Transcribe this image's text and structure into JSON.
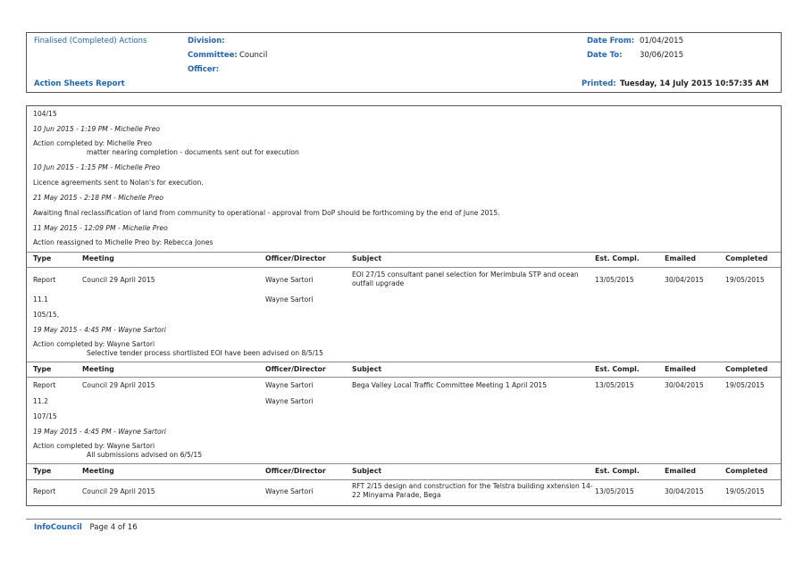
{
  "header": {
    "report_name": "Finalised (Completed) Actions",
    "division_label": "Division:",
    "committee_label": "Committee:",
    "committee_value": "Council",
    "officer_label": "Officer:",
    "report_title": "Action Sheets Report",
    "date_from_label": "Date From:",
    "date_from_value": "01/04/2015",
    "date_to_label": "Date To:",
    "date_to_value": "30/06/2015",
    "printed_label": "Printed:",
    "printed_value": "Tuesday, 14 July 2015  10:57:35 AM"
  },
  "columns": {
    "type": "Type",
    "meeting": "Meeting",
    "officer": "Officer/Director",
    "subject": "Subject",
    "est": "Est. Compl.",
    "emailed": "Emailed",
    "completed": "Completed"
  },
  "top_notes": [
    "104/15",
    "10 Jun 2015 - 1:19 PM - Michelle Preo",
    "Action completed by: Michelle Preo",
    "matter nearing completion - documents sent out for execution",
    "10 Jun 2015 - 1:15 PM - Michelle Preo",
    "Licence agreements sent to Nolan's for execution.",
    "21 May 2015 - 2:18 PM - Michelle Preo",
    "Awaiting final reclassification of land from community to operational - approval from DoP should be forthcoming by the end of June 2015.",
    "11 May 2015 - 12:09 PM - Michelle Preo",
    "Action reassigned to Michelle Preo by: Rebecca Jones"
  ],
  "actions": [
    {
      "type": "Report",
      "meeting": "Council 29 April 2015",
      "officer": "Wayne Sartori",
      "subject": "EOI 27/15 consultant panel selection for Merimbula STP and ocean outfall upgrade",
      "est": "13/05/2015",
      "emailed": "30/04/2015",
      "completed": "19/05/2015",
      "item": "11.1",
      "officer2": "Wayne Sartori",
      "ref": "105/15,",
      "note_date": "19 May 2015 - 4:45 PM - Wayne Sartori",
      "note_by": "Action completed by: Wayne Sartori",
      "note_text": "Selective tender process shortlisted EOI have been advised on 8/5/15"
    },
    {
      "type": "Report",
      "meeting": "Council 29 April 2015",
      "officer": "Wayne Sartori",
      "subject": "Bega Valley Local Traffic Committee Meeting 1 April 2015",
      "est": "13/05/2015",
      "emailed": "30/04/2015",
      "completed": "19/05/2015",
      "item": "11.2",
      "officer2": "Wayne Sartori",
      "ref": "107/15",
      "note_date": "19 May 2015 - 4:45 PM - Wayne Sartori",
      "note_by": "Action completed by: Wayne Sartori",
      "note_text": "All submissions advised on 6/5/15"
    },
    {
      "type": "Report",
      "meeting": "Council 29 April 2015",
      "officer": "Wayne Sartori",
      "subject": "RFT 2/15 design and construction for the Telstra building xxtension 14-22 Minyama Parade, Bega",
      "est": "13/05/2015",
      "emailed": "30/04/2015",
      "completed": "19/05/2015"
    }
  ],
  "footer": {
    "brand": "InfoCouncil",
    "page": "Page 4 of 16"
  },
  "colors": {
    "accent": "#1f66c4",
    "border": "#555555"
  }
}
